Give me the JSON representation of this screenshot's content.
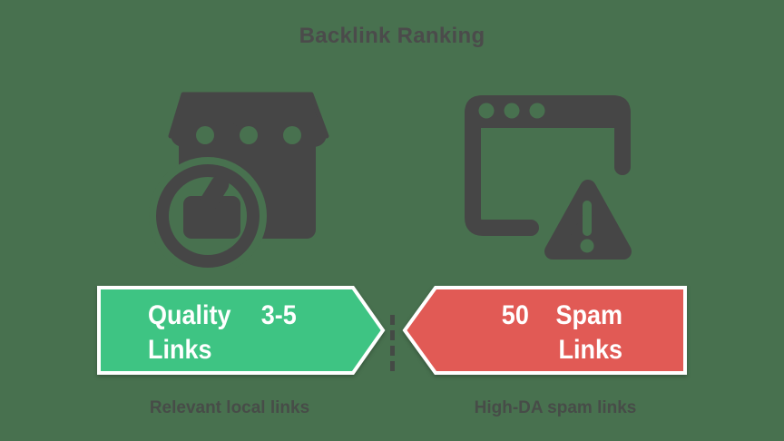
{
  "title": "Backlink Ranking",
  "colors": {
    "background": "#48714F",
    "icon_ink": "#464646",
    "quality_green": "#3EC483",
    "spam_red": "#E15A55",
    "arrow_border": "#FFFFFF",
    "arrow_text": "#FFFFFF"
  },
  "quality": {
    "icon": "storefront-thumbs-up-icon",
    "term": "Quality",
    "count": "3-5",
    "noun": "Links",
    "caption": "Relevant local links"
  },
  "spam": {
    "icon": "browser-warning-icon",
    "count": "50",
    "term": "Spam",
    "noun": "Links",
    "caption": "High-DA spam links"
  }
}
